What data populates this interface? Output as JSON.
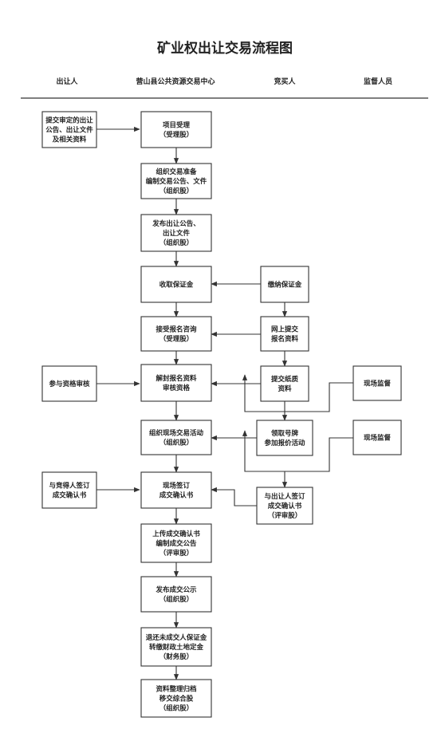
{
  "title": "矿业权出让交易流程图",
  "lanes": {
    "seller": "出让人",
    "center": "营山县公共资源交易中心",
    "bidder": "竞买人",
    "supervisor": "监督人员"
  },
  "nodes": {
    "submit_docs": [
      "提交审定的出让",
      "公告、出让文件",
      "及相关资料"
    ],
    "project_accept": [
      "项目受理",
      "（受理股）"
    ],
    "organize_prep": [
      "组织交易准备",
      "编制交易公告、文件",
      "（组织股）"
    ],
    "publish_notice": [
      "发布出让公告、",
      "出让文件",
      "（组织股）"
    ],
    "collect_deposit": [
      "收取保证金"
    ],
    "pay_deposit": [
      "缴纳保证金"
    ],
    "accept_inquiry": [
      "接受报名咨询",
      "（受理股）"
    ],
    "online_submit": [
      "网上提交",
      "报名资料"
    ],
    "qualification_review": [
      "参与资格审核"
    ],
    "unseal_review": [
      "解封报名资料",
      "审核资格"
    ],
    "paper_docs": [
      "提交纸质",
      "资料"
    ],
    "onsite_supervision_1": [
      "现场监督"
    ],
    "organize_onsite": [
      "组织现场交易活动",
      "（组织股）"
    ],
    "receive_number": [
      "领取号牌",
      "参加报价活动"
    ],
    "onsite_supervision_2": [
      "现场监督"
    ],
    "sign_with_bidder": [
      "与竞得人签订",
      "成交确认书"
    ],
    "sign_onsite": [
      "现场签订",
      "成交确认书"
    ],
    "sign_with_seller": [
      "与出让人签订",
      "成交确认书",
      "（评审股）"
    ],
    "upload_confirm": [
      "上传成交确认书",
      "编制成交公告",
      "（评审股）"
    ],
    "publish_result": [
      "发布成交公示",
      "（组织股）"
    ],
    "refund_deposit": [
      "退还未成交人保证金",
      "转缴财政土地定金",
      "（财务股）"
    ],
    "archive": [
      "资料整理归档",
      "移交综合股",
      "（组织股）"
    ]
  }
}
